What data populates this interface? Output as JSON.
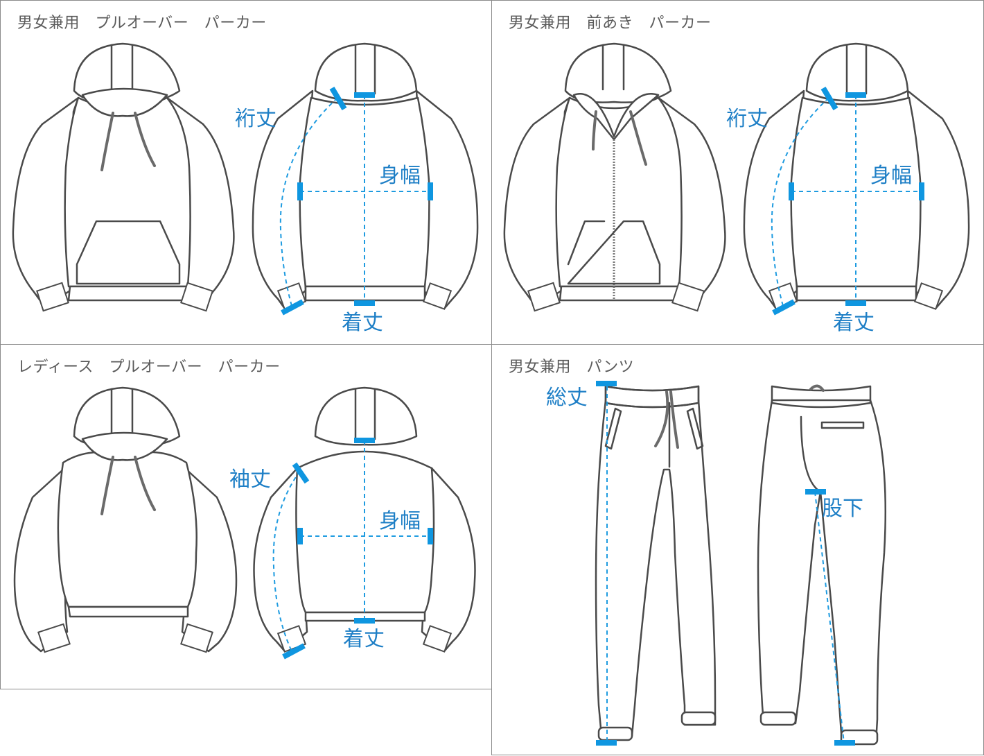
{
  "panels": {
    "p1": {
      "title": "男女兼用　プルオーバー　パーカー"
    },
    "p2": {
      "title": "男女兼用　前あき　パーカー"
    },
    "p3": {
      "title": "レディース　プルオーバー　パーカー"
    },
    "p4": {
      "title": "男女兼用　パンツ"
    }
  },
  "labels": {
    "p1": {
      "sleeve": "裄丈",
      "width": "身幅",
      "length": "着丈"
    },
    "p2": {
      "sleeve": "裄丈",
      "width": "身幅",
      "length": "着丈"
    },
    "p3": {
      "sleeve": "袖丈",
      "width": "身幅",
      "length": "着丈"
    },
    "p4": {
      "total": "総丈",
      "inseam": "股下"
    }
  },
  "colors": {
    "measure": "#1e9be0",
    "label": "#1e7fc6",
    "outline": "#4a4a4a",
    "border": "#8a8a8a"
  }
}
